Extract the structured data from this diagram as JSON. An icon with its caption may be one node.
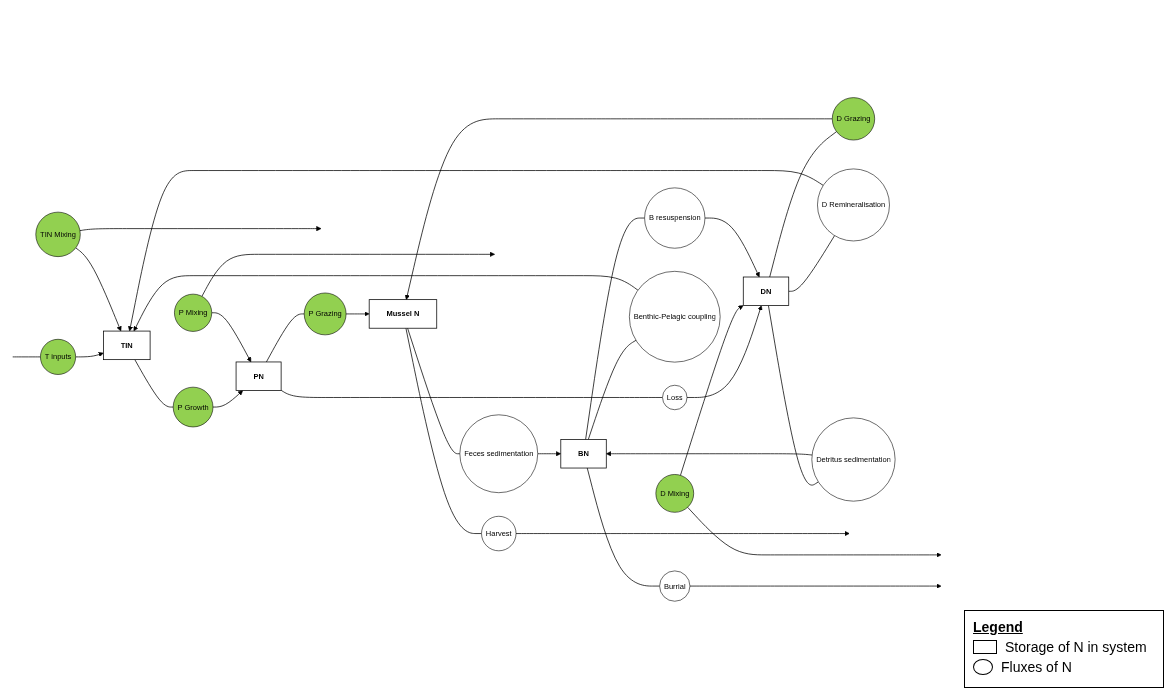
{
  "diagram": {
    "nodes": [
      {
        "text": [
          "TIN"
        ]
      },
      {
        "text": [
          "PN"
        ]
      },
      {
        "text": [
          "Mussel N"
        ]
      },
      {
        "text": [
          "DN"
        ]
      },
      {
        "text": [
          "BN"
        ]
      },
      {
        "text": [
          "T inputs"
        ]
      },
      {
        "text": [
          "TIN Mixing"
        ]
      },
      {
        "text": [
          "P Growth"
        ]
      },
      {
        "text": [
          "P Mixing"
        ]
      },
      {
        "text": [
          "P Grazing"
        ]
      },
      {
        "text": [
          "Harvest"
        ]
      },
      {
        "text": [
          "Loss"
        ]
      },
      {
        "text": [
          "D Grazing"
        ]
      },
      {
        "text": [
          "Feces sedimentation"
        ]
      },
      {
        "text": [
          "D Remineralisation"
        ]
      },
      {
        "text": [
          "D Mixing"
        ]
      },
      {
        "text": [
          "B resuspension"
        ]
      },
      {
        "text": [
          "Detritus sedimentation"
        ]
      },
      {
        "text": [
          "Benthic-Pelagic coupling"
        ]
      },
      {
        "text": [
          "Burrial"
        ]
      }
    ],
    "edges": [
      {
        "from": null,
        "to": 5,
        "arrow": "none"
      },
      {
        "from": 5,
        "to": 0,
        "arrow": "to"
      },
      {
        "from": 6,
        "to": 0,
        "arrow": "to"
      },
      {
        "from": 6,
        "to": null,
        "arrow": "to"
      },
      {
        "from": 0,
        "to": 7,
        "arrow": "none"
      },
      {
        "from": 7,
        "to": 1,
        "arrow": "to"
      },
      {
        "from": 8,
        "to": 1,
        "arrow": "to"
      },
      {
        "from": 8,
        "to": null,
        "arrow": "to"
      },
      {
        "from": 1,
        "to": 9,
        "arrow": "none"
      },
      {
        "from": 9,
        "to": 2,
        "arrow": "to"
      },
      {
        "from": 2,
        "to": 10,
        "arrow": "none"
      },
      {
        "from": 10,
        "to": null,
        "arrow": "to"
      },
      {
        "from": 1,
        "to": 11,
        "arrow": "none"
      },
      {
        "from": 11,
        "to": 3,
        "arrow": "to"
      },
      {
        "from": 3,
        "to": 12,
        "arrow": "none"
      },
      {
        "from": 12,
        "to": 2,
        "arrow": "to"
      },
      {
        "from": 2,
        "to": 13,
        "arrow": "none"
      },
      {
        "from": 13,
        "to": 4,
        "arrow": "to"
      },
      {
        "from": 3,
        "to": 14,
        "arrow": "none"
      },
      {
        "from": 14,
        "to": 0,
        "arrow": "to"
      },
      {
        "from": 15,
        "to": 3,
        "arrow": "to"
      },
      {
        "from": 15,
        "to": null,
        "arrow": "to"
      },
      {
        "from": 4,
        "to": 16,
        "arrow": "none"
      },
      {
        "from": 16,
        "to": 3,
        "arrow": "to"
      },
      {
        "from": 3,
        "to": 17,
        "arrow": "none"
      },
      {
        "from": 17,
        "to": 4,
        "arrow": "to"
      },
      {
        "from": 4,
        "to": 18,
        "arrow": "none"
      },
      {
        "from": 18,
        "to": 0,
        "arrow": "to"
      },
      {
        "from": 4,
        "to": 19,
        "arrow": "none"
      },
      {
        "from": 19,
        "to": null,
        "arrow": "to"
      }
    ],
    "labels": [
      "Legend"
    ],
    "legend": [
      {
        "text": "Storage of N in system"
      },
      {
        "text": "Fluxes of N"
      }
    ]
  }
}
